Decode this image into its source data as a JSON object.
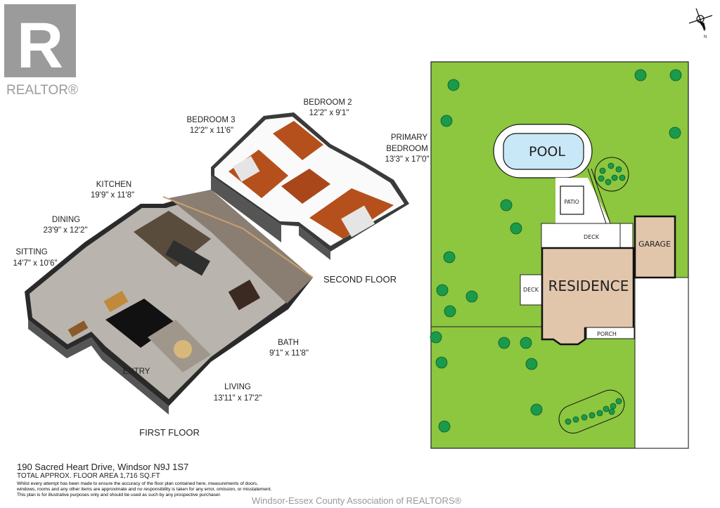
{
  "logo": {
    "text": "REALTOR®"
  },
  "floor_plan": {
    "second_floor": {
      "title": "SECOND FLOOR",
      "rooms": [
        {
          "name": "BEDROOM 2",
          "size": "12'2\" x 9'1\""
        },
        {
          "name": "BEDROOM 3",
          "size": "12'2\" x 11'6\""
        },
        {
          "name": "PRIMARY",
          "name2": "BEDROOM",
          "size": "13'3\" x 17'0\""
        }
      ]
    },
    "first_floor": {
      "title": "FIRST FLOOR",
      "rooms": [
        {
          "name": "KITCHEN",
          "size": "19'9\" x 11'8\""
        },
        {
          "name": "DINING",
          "size": "23'9\" x 12'2\""
        },
        {
          "name": "SITTING",
          "size": "14'7\" x 10'6\""
        },
        {
          "name": "BATH",
          "size": "9'1\" x 11'8\""
        },
        {
          "name": "ENTRY"
        },
        {
          "name": "LIVING",
          "size": "13'11\" x 17'2\""
        }
      ]
    }
  },
  "site_plan": {
    "compass": "N",
    "pool": "POOL",
    "patio": "PATIO",
    "deck_top": "DECK",
    "deck_side": "DECK",
    "garage": "GARAGE",
    "residence": "RESIDENCE",
    "porch": "PORCH",
    "colors": {
      "lawn": "#8dc63f",
      "tree": "#1a9a4a",
      "house": "#e2c6ac",
      "pool": "#c9e8f7"
    }
  },
  "footer": {
    "address": "190 Sacred Heart Drive, Windsor N9J 1S7",
    "area": "TOTAL APPROX. FLOOR AREA  1,716 SQ.FT",
    "disclaimer": [
      "Whilst every attempt has been made to ensure the accuracy of the floor plan contained here, measurements of doors,",
      "windows, rooms and any other items are approximate and no responsibility is taken for any error, omission, or misstatement.",
      "This plan is for illustrative purposes only and should be used as such by any prospective purchaser."
    ],
    "watermark": "Windsor-Essex County Association of REALTORS®"
  }
}
